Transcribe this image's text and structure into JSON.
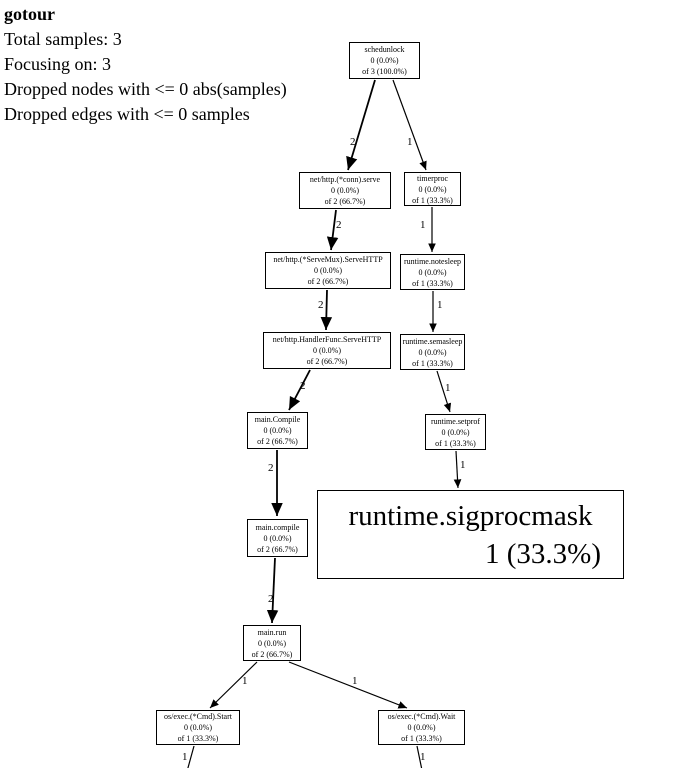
{
  "header": {
    "title": "gotour",
    "total_samples": "Total samples: 3",
    "focusing": "Focusing on: 3",
    "dropped_nodes": "Dropped nodes with <= 0 abs(samples)",
    "dropped_edges": "Dropped edges with <= 0 samples"
  },
  "nodes": [
    {
      "label": "schedunlock",
      "flat": "0 (0.0%)",
      "cum": "of 3 (100.0%)"
    },
    {
      "label": "net/http.(*conn).serve",
      "flat": "0 (0.0%)",
      "cum": "of 2 (66.7%)"
    },
    {
      "label": "timerproc",
      "flat": "0 (0.0%)",
      "cum": "of 1 (33.3%)"
    },
    {
      "label": "net/http.(*ServeMux).ServeHTTP",
      "flat": "0 (0.0%)",
      "cum": "of 2 (66.7%)"
    },
    {
      "label": "runtime.notesleep",
      "flat": "0 (0.0%)",
      "cum": "of 1 (33.3%)"
    },
    {
      "label": "net/http.HandlerFunc.ServeHTTP",
      "flat": "0 (0.0%)",
      "cum": "of 2 (66.7%)"
    },
    {
      "label": "runtime.semasleep",
      "flat": "0 (0.0%)",
      "cum": "of 1 (33.3%)"
    },
    {
      "label": "main.Compile",
      "flat": "0 (0.0%)",
      "cum": "of 2 (66.7%)"
    },
    {
      "label": "runtime.setprof",
      "flat": "0 (0.0%)",
      "cum": "of 1 (33.3%)"
    },
    {
      "label": "runtime.sigprocmask",
      "flat": "1 (33.3%)"
    },
    {
      "label": "main.compile",
      "flat": "0 (0.0%)",
      "cum": "of 2 (66.7%)"
    },
    {
      "label": "main.run",
      "flat": "0 (0.0%)",
      "cum": "of 2 (66.7%)"
    },
    {
      "label": "os/exec.(*Cmd).Start",
      "flat": "0 (0.0%)",
      "cum": "of 1 (33.3%)"
    },
    {
      "label": "os/exec.(*Cmd).Wait",
      "flat": "0 (0.0%)",
      "cum": "of 1 (33.3%)"
    }
  ],
  "edges": [
    {
      "from": "schedunlock",
      "to": "net/http.(*conn).serve",
      "label": "2"
    },
    {
      "from": "schedunlock",
      "to": "timerproc",
      "label": "1"
    },
    {
      "from": "net/http.(*conn).serve",
      "to": "net/http.(*ServeMux).ServeHTTP",
      "label": "2"
    },
    {
      "from": "timerproc",
      "to": "runtime.notesleep",
      "label": "1"
    },
    {
      "from": "net/http.(*ServeMux).ServeHTTP",
      "to": "net/http.HandlerFunc.ServeHTTP",
      "label": "2"
    },
    {
      "from": "runtime.notesleep",
      "to": "runtime.semasleep",
      "label": "1"
    },
    {
      "from": "net/http.HandlerFunc.ServeHTTP",
      "to": "main.Compile",
      "label": "2"
    },
    {
      "from": "runtime.semasleep",
      "to": "runtime.setprof",
      "label": "1"
    },
    {
      "from": "main.Compile",
      "to": "main.compile",
      "label": "2"
    },
    {
      "from": "runtime.setprof",
      "to": "runtime.sigprocmask",
      "label": "1"
    },
    {
      "from": "main.compile",
      "to": "main.run",
      "label": "2"
    },
    {
      "from": "main.run",
      "to": "os/exec.(*Cmd).Start",
      "label": "1"
    },
    {
      "from": "main.run",
      "to": "os/exec.(*Cmd).Wait",
      "label": "1"
    },
    {
      "from": "os/exec.(*Cmd).Start",
      "label": "1"
    },
    {
      "from": "os/exec.(*Cmd).Wait",
      "label": "1"
    }
  ]
}
